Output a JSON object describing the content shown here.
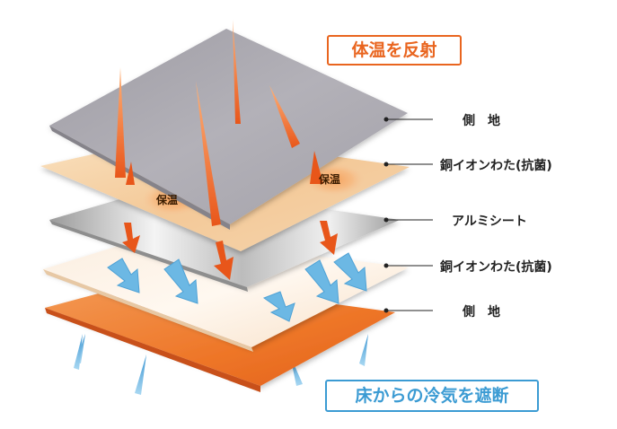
{
  "top_banner": "体温を反射",
  "bottom_banner": "床からの冷気を遮断",
  "layers": [
    {
      "label": "側　地"
    },
    {
      "label": "銅イオンわた(抗菌)"
    },
    {
      "label": "アルミシート"
    },
    {
      "label": "銅イオンわた(抗菌)"
    },
    {
      "label": "側　地"
    }
  ],
  "warmth_tag": "保温",
  "colors": {
    "top_banner": "#e9651f",
    "bottom_banner": "#3b9bd3",
    "fabric_top": "#a9a7ae",
    "copper_cotton": "#f6dcb3",
    "aluminium": "#c9c9c9",
    "fabric_bottom": "#ee7a2e",
    "heat_arrow": "#e8561a",
    "cold_arrow": "#6cb8e4"
  }
}
